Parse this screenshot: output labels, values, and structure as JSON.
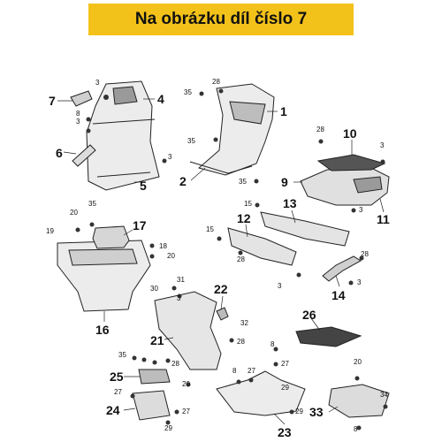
{
  "header": {
    "caption": "Na obrázku díl číslo 7"
  },
  "colors": {
    "banner": "#f3c21a",
    "part_fill": "#e8e8e8",
    "part_dark": "#8a8a8a",
    "line": "#222222"
  },
  "callouts": {
    "n1": "1",
    "n2": "2",
    "n3": "3",
    "n4": "4",
    "n5": "5",
    "n6": "6",
    "n7": "7",
    "n8": "8",
    "n9": "9",
    "n10": "10",
    "n11": "11",
    "n12": "12",
    "n13": "13",
    "n14": "14",
    "n15": "15",
    "n16": "16",
    "n17": "17",
    "n18": "18",
    "n19": "19",
    "n20": "20",
    "n21": "21",
    "n22": "22",
    "n23": "23",
    "n24": "24",
    "n25": "25",
    "n26": "26",
    "n27": "27",
    "n28": "28",
    "n29": "29",
    "n30": "30",
    "n31": "31",
    "n32": "32",
    "n33": "33",
    "n34": "34",
    "n35": "35"
  }
}
